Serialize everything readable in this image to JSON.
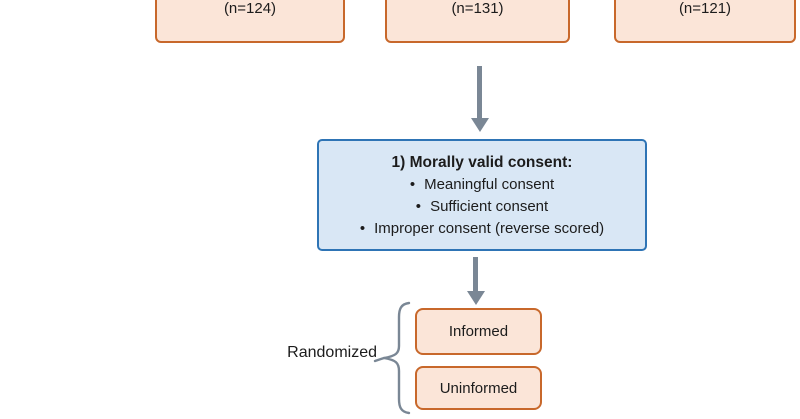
{
  "colors": {
    "background": "#FFFFFF",
    "box-orange-fill": "#FBE5D8",
    "box-orange-border": "#C8682B",
    "box-blue-fill": "#D9E7F5",
    "box-blue-border": "#2E74B5",
    "connector-gray": "#7A8795",
    "text-dark": "#1C1C1C"
  },
  "group_boxes": [
    {
      "label": "(n=124)"
    },
    {
      "label": "(n=131)"
    },
    {
      "label": "(n=121)"
    }
  ],
  "consent_box": {
    "title": "1) Morally valid consent:",
    "bullet_char": "•",
    "bullets": [
      "Meaningful consent",
      "Sufficient consent",
      "Improper consent (reverse scored)"
    ]
  },
  "randomization": {
    "label": "Randomized",
    "arms": [
      {
        "label": "Informed"
      },
      {
        "label": "Uninformed"
      }
    ]
  }
}
